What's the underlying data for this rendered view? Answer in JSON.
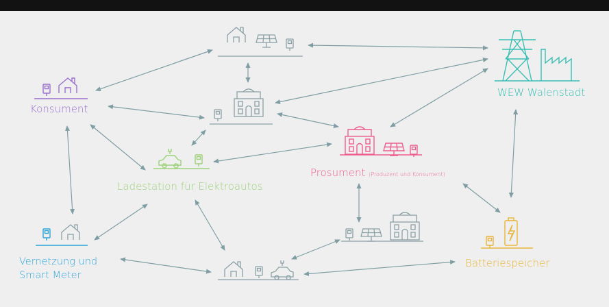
{
  "colors": {
    "background": "#efefef",
    "top_bar": "#121212",
    "arrow": "#7f9ea3",
    "neutral_icon": "#8aa1a6",
    "konsument": "#9b6fce",
    "wew": "#38bfb4",
    "ladestation": "#9dd27a",
    "prosument": "#ee5d8f",
    "batterie": "#e8b53a",
    "vernetzung": "#2fa5d8"
  },
  "labels": {
    "konsument": "Konsument",
    "wew": "WEW Walenstadt",
    "ladestation": "Ladestation für Elektroautos",
    "prosument": "Prosument",
    "prosument_note": "(Produzent und Konsument)",
    "batterie": "Batteriespeicher",
    "vernetzung_line1": "Vernetzung und",
    "vernetzung_line2": "Smart Meter"
  },
  "icons": [
    "house-icon",
    "solar-panel-icon",
    "smart-meter-icon",
    "villa-icon",
    "electric-car-icon",
    "charging-station-icon",
    "power-pylon-icon",
    "factory-icon",
    "battery-icon"
  ]
}
